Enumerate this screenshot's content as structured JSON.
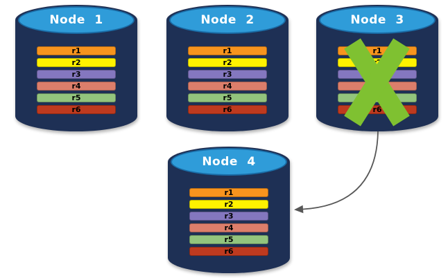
{
  "diagram": {
    "description": "Database replication failover diagram",
    "colors": {
      "background": "#FFFFFF",
      "cylinder_body": "#1E3055",
      "cylinder_top_fill": "#2F9CD9",
      "cylinder_top_border": "#1A6CA6",
      "node_title_text": "#FFFFFF",
      "row_label_text": "#000000",
      "failure_x": "#7FC131",
      "arrow": "#575757"
    },
    "rows": [
      {
        "label": "r1",
        "color": "#F7941E"
      },
      {
        "label": "r2",
        "color": "#FFF200"
      },
      {
        "label": "r3",
        "color": "#8477BF"
      },
      {
        "label": "r4",
        "color": "#DC7E6B"
      },
      {
        "label": "r5",
        "color": "#93C47D"
      },
      {
        "label": "r6",
        "color": "#BE3A1F"
      }
    ],
    "nodes": [
      {
        "id": "node-1",
        "title": "Node 1",
        "failed": false
      },
      {
        "id": "node-2",
        "title": "Node 2",
        "failed": false
      },
      {
        "id": "node-3",
        "title": "Node 3",
        "failed": true
      },
      {
        "id": "node-4",
        "title": "Node 4",
        "failed": false
      }
    ],
    "arrow": {
      "from": "node-3",
      "to": "node-4"
    }
  }
}
